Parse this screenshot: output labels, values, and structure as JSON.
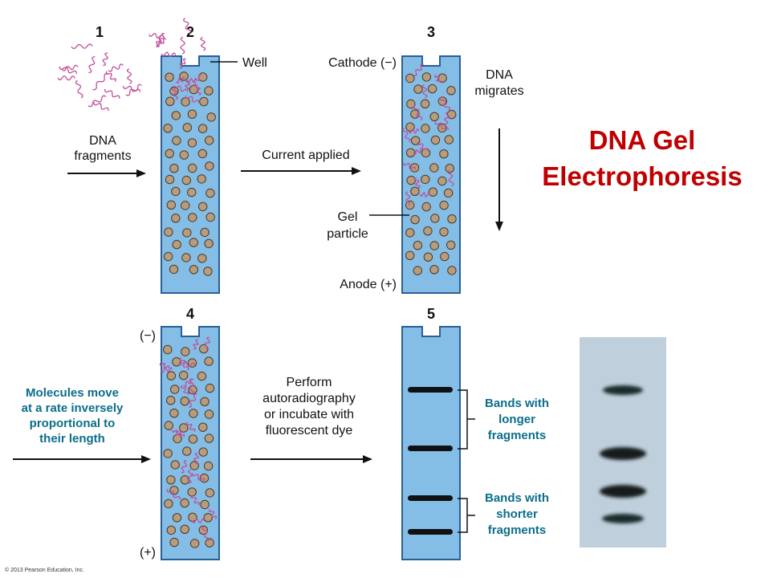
{
  "title": {
    "line1": "DNA Gel",
    "line2": "Electrophoresis"
  },
  "steps": [
    "1",
    "2",
    "3",
    "4",
    "5"
  ],
  "labels": {
    "dna_fragments_1": "DNA",
    "dna_fragments_2": "fragments",
    "well": "Well",
    "cathode": "Cathode (−)",
    "anode": "Anode (+)",
    "dna_migrates_1": "DNA",
    "dna_migrates_2": "migrates",
    "current_applied": "Current applied",
    "gel_particle_1": "Gel",
    "gel_particle_2": "particle",
    "minus": "(−)",
    "plus": "(+)",
    "molecules_1": "Molecules move",
    "molecules_2": "at a rate inversely",
    "molecules_3": "proportional to",
    "molecules_4": "their length",
    "perform_1": "Perform",
    "perform_2": "autoradiography",
    "perform_3": "or incubate with",
    "perform_4": "fluorescent dye",
    "longer_1": "Bands with",
    "longer_2": "longer",
    "longer_3": "fragments",
    "shorter_1": "Bands with",
    "shorter_2": "shorter",
    "shorter_3": "fragments"
  },
  "credit": "© 2013 Pearson Education, Inc.",
  "colors": {
    "title": "#c00000",
    "gel": "#84bde6",
    "bead": "#b89c7c",
    "dna": "#c2509a",
    "teal_text": "#0b6e8a",
    "photo": "#bfd0dc"
  }
}
